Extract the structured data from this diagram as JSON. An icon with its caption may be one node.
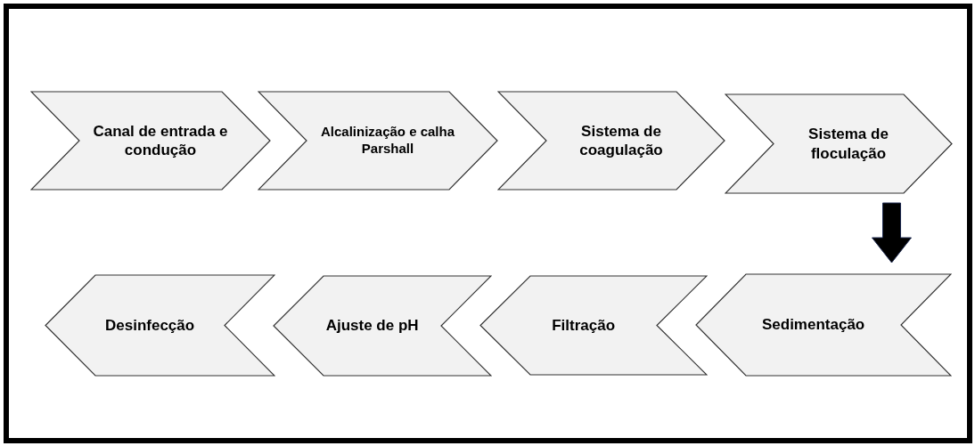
{
  "diagram": {
    "nodes": [
      {
        "text": [
          "Canal de entrada e condução"
        ]
      },
      {
        "text": [
          "Alcalinização e calha Parshall"
        ]
      },
      {
        "text": [
          "Sistema de coagulação"
        ]
      },
      {
        "text": [
          "Sistema de floculação"
        ]
      },
      {
        "text": [
          "Sedimentação"
        ]
      },
      {
        "text": [
          "Filtração"
        ]
      },
      {
        "text": [
          "Ajuste de pH"
        ]
      },
      {
        "text": [
          "Desinfecção"
        ]
      }
    ],
    "edges": [
      {
        "from": 3,
        "to": 4,
        "arrow": "to",
        "style": "thick"
      }
    ]
  }
}
